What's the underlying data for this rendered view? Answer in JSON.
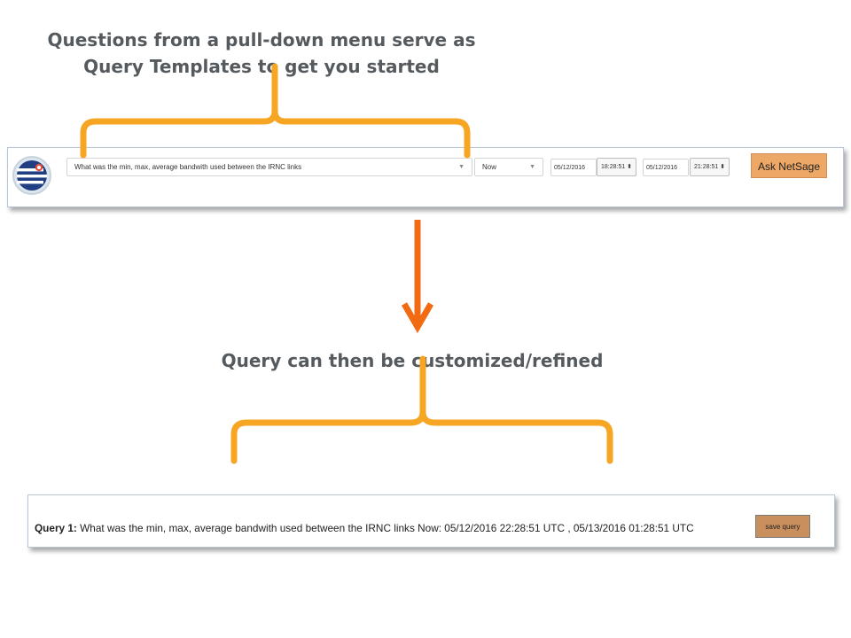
{
  "captions": {
    "top": "Questions from a pull-down menu serve as Query Templates to get you started",
    "middle": "Query can then be customized/refined"
  },
  "toolbar": {
    "question_value": "What was the min, max, average bandwith used between the IRNC links",
    "range_value": "Now",
    "start_date": "05/12/2016",
    "start_time": "18:28:51",
    "end_date": "05/12/2016",
    "end_time": "21:28:51",
    "ask_label": "Ask NetSage"
  },
  "result": {
    "query_label": "Query 1:",
    "query_text": "What was the min, max, average bandwith used between the IRNC links Now: 05/12/2016 22:28:51 UTC , 05/13/2016 01:28:51 UTC",
    "save_label": "save query"
  },
  "colors": {
    "bracket": "#f6a623",
    "arrow": "#f26a11",
    "ask_button": "#eda766",
    "caption_text": "#555a5e"
  },
  "icons": {
    "logo": "netsage-logo-icon",
    "dropdown": "chevron-down-icon",
    "stepper": "up-down-stepper-icon",
    "arrow": "down-arrow-icon"
  }
}
